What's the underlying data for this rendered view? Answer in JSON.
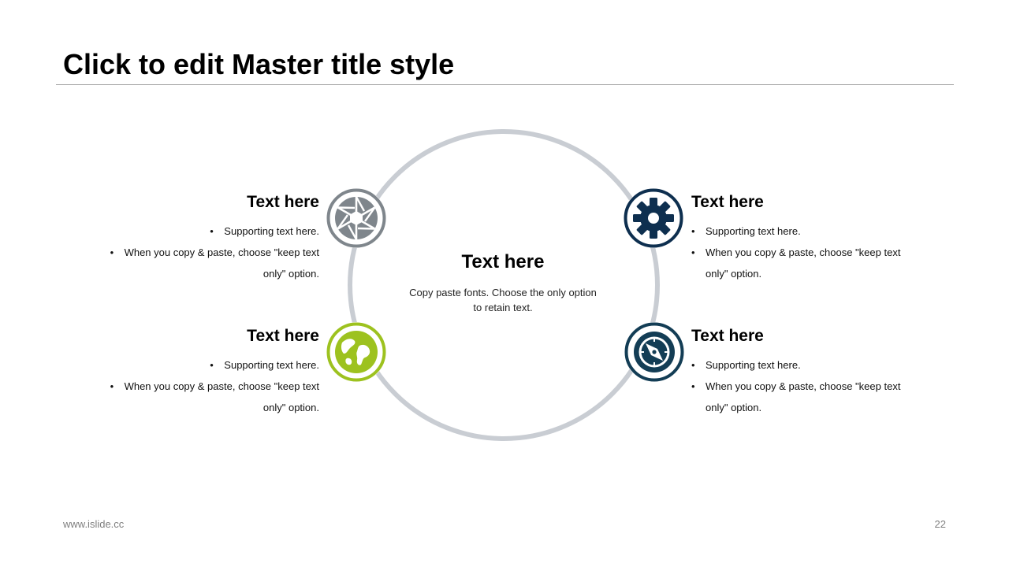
{
  "title": "Click to edit Master title style",
  "center": {
    "title": "Text here",
    "description_line1": "Copy paste fonts. Choose the only option",
    "description_line2": "to retain text."
  },
  "items": [
    {
      "heading": "Text here",
      "bullet1": "Supporting text here.",
      "bullet2_line1": "When you copy & paste, choose \"keep text",
      "bullet2_line2": "only\" option.",
      "icon": "camera-aperture-icon",
      "color": "#7f868c"
    },
    {
      "heading": "Text here",
      "bullet1": "Supporting text here.",
      "bullet2_line1": "When you copy & paste, choose \"keep text",
      "bullet2_line2": "only\" option.",
      "icon": "globe-icon",
      "color": "#9dc21f"
    },
    {
      "heading": "Text here",
      "bullet1": "Supporting text here.",
      "bullet2_line1": "When you copy & paste, choose \"keep text",
      "bullet2_line2": "only\" option.",
      "icon": "gear-icon",
      "color": "#0e2f4f"
    },
    {
      "heading": "Text here",
      "bullet1": "Supporting text here.",
      "bullet2_line1": "When you copy & paste, choose \"keep text",
      "bullet2_line2": "only\" option.",
      "icon": "compass-icon",
      "color": "#133d55"
    }
  ],
  "bullet_char": "•",
  "ring_color": "#c9cdd3",
  "footer": {
    "url": "www.islide.cc",
    "page_number": "22"
  }
}
